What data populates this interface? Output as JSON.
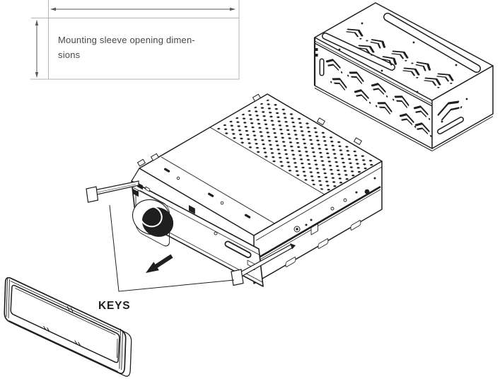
{
  "figure": {
    "kind": "car-stereo-installation-diagram",
    "note_box": {
      "line1": "Mounting sleeve opening dimen-",
      "line2": "sions"
    },
    "keys_label": "KEYS"
  },
  "icons": {
    "extraction_arrow": "arrow-down-left-icon",
    "width_dimension": "double-headed-horizontal-arrow-icon",
    "height_dimension": "double-headed-vertical-arrow-icon"
  },
  "colors": {
    "background": "#ffffff",
    "line_art": "#1f1f1f",
    "dimension_lines": "#58595b",
    "note_border": "#b3b5b7",
    "note_text": "#474747",
    "keys_text": "#1f1f1f"
  }
}
